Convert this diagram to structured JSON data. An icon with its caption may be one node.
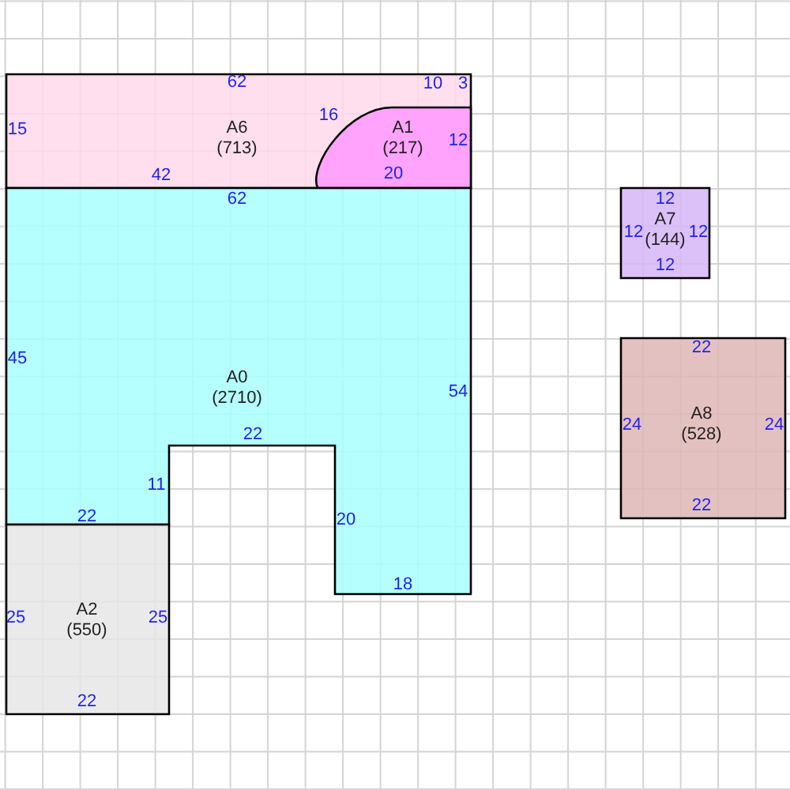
{
  "diagram": {
    "nodes": [
      {
        "text": [
          "A6",
          "(713)"
        ]
      },
      {
        "text": [
          "A1",
          "(217)"
        ],
        "in": 0
      },
      {
        "text": [
          "A0",
          "(2710)"
        ]
      },
      {
        "text": [
          "A7",
          "(144)"
        ]
      },
      {
        "text": [
          "A8",
          "(528)"
        ]
      },
      {
        "text": [
          "A2",
          "(550)"
        ]
      }
    ],
    "labels": [
      "62",
      "10",
      "3",
      "15",
      "16",
      "12",
      "42",
      "20",
      "62",
      "12",
      "12",
      "12",
      "12",
      "45",
      "54",
      "22",
      "22",
      "24",
      "24",
      "22",
      "11",
      "22",
      "20",
      "18",
      "25",
      "25",
      "22"
    ]
  }
}
